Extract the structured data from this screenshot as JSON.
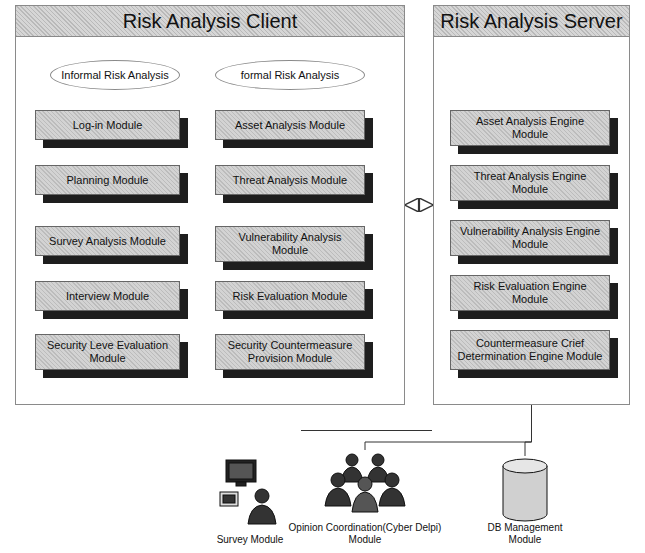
{
  "diagram": {
    "nodes": [
      {
        "text": [
          "Risk Analysis Client"
        ]
      },
      {
        "text": [
          "Informal Risk Analysis"
        ],
        "in": 0
      },
      {
        "text": [
          "formal Risk Analysis"
        ],
        "in": 0
      },
      {
        "text": [
          "Log-in Module"
        ],
        "in": 0
      },
      {
        "text": [
          "Planning Module"
        ],
        "in": 0
      },
      {
        "text": [
          "Survey Analysis Module"
        ],
        "in": 0
      },
      {
        "text": [
          "Interview Module"
        ],
        "in": 0
      },
      {
        "text": [
          "Security Leve Evaluation Module"
        ],
        "in": 0
      },
      {
        "text": [
          "Asset Analysis Module"
        ],
        "in": 0
      },
      {
        "text": [
          "Threat Analysis Module"
        ],
        "in": 0
      },
      {
        "text": [
          "Vulnerability Analysis Module"
        ],
        "in": 0
      },
      {
        "text": [
          "Risk Evaluation Module"
        ],
        "in": 0
      },
      {
        "text": [
          "Security Countermeasure Provision Module"
        ],
        "in": 0
      },
      {
        "text": [
          "Risk Analysis Server"
        ]
      },
      {
        "text": [
          "Asset Analysis Engine Module"
        ],
        "in": 13
      },
      {
        "text": [
          "Threat Analysis Engine Module"
        ],
        "in": 13
      },
      {
        "text": [
          "Vulnerability Analysis Engine Module"
        ],
        "in": 13
      },
      {
        "text": [
          "Risk Evaluation Engine Module"
        ],
        "in": 13
      },
      {
        "text": [
          "Countermeasure Crief Determination Engine Module"
        ],
        "in": 13
      },
      {
        "text": [
          "Survey Module"
        ]
      },
      {
        "text": [
          "Opinion Coordination(Cyber Delpi) Module"
        ]
      },
      {
        "text": [
          "DB Management Module"
        ]
      }
    ],
    "edges": [
      {
        "from": 0,
        "to": 13,
        "arrow": "both"
      },
      {
        "from": 13,
        "to": 19,
        "arrow": "none"
      },
      {
        "from": 13,
        "to": 20,
        "arrow": "none"
      },
      {
        "from": 13,
        "to": 21,
        "arrow": "none"
      }
    ]
  }
}
